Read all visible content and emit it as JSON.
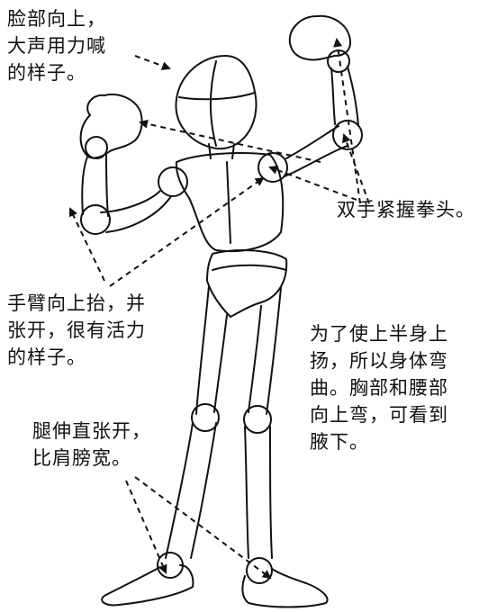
{
  "annotations": {
    "face": [
      "脸部向上，",
      "大声用力喊",
      "的样子。"
    ],
    "fists": [
      "双手紧握拳头。"
    ],
    "arms": [
      "手臂向上抬，并",
      "张开，很有活力",
      "的样子。"
    ],
    "torso": [
      "为了使上半身上",
      "扬，所以身体弯",
      "曲。胸部和腰部",
      "向上弯，可看到",
      "腋下。"
    ],
    "legs": [
      "腿伸直张开，",
      "比肩膀宽。"
    ]
  },
  "colors": {
    "ink": "#111111",
    "background": "#ffffff"
  }
}
